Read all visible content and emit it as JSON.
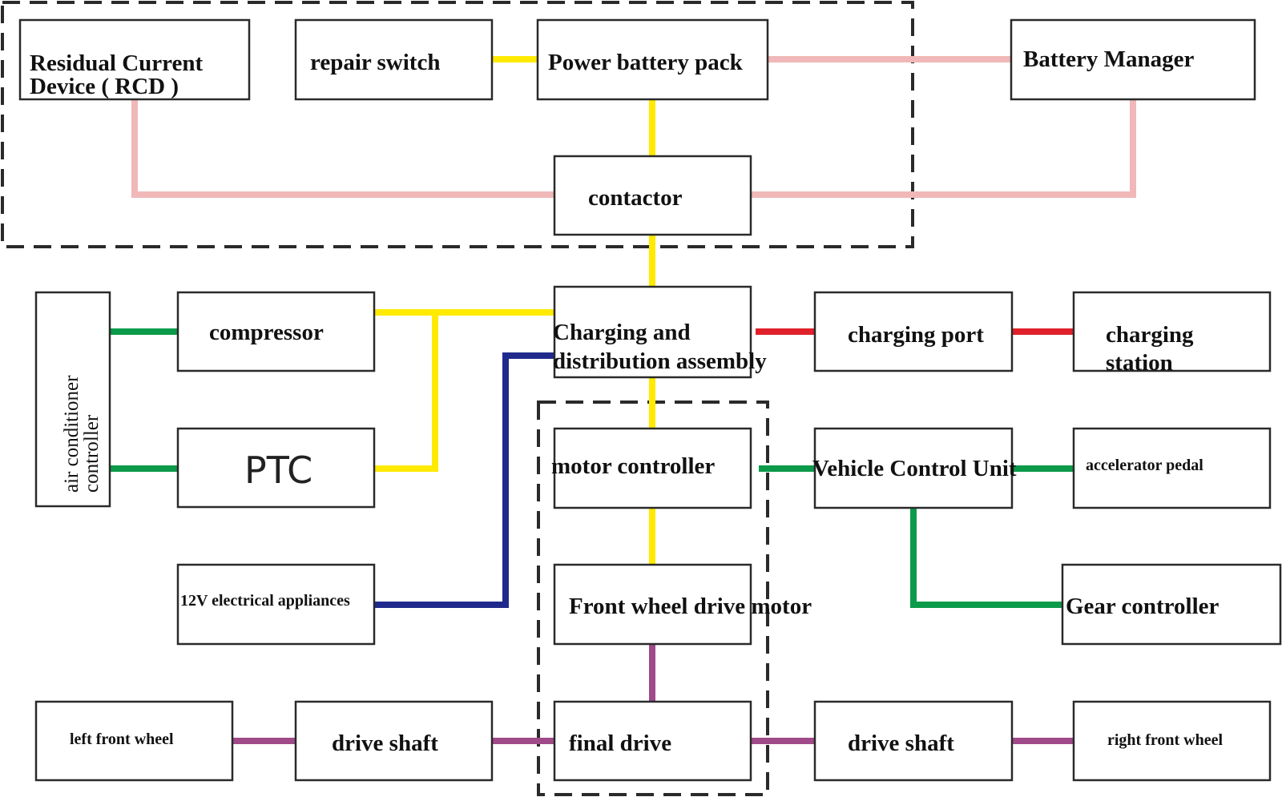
{
  "colors": {
    "high_voltage": "#ffea00",
    "signal_pink": "#f0b8b8",
    "charging_red": "#e0202a",
    "control_green": "#0b9a4a",
    "low_voltage_blue": "#1f2a8c",
    "mechanical_purple": "#a04a8a",
    "outline": "#2a2a2a"
  },
  "components": {
    "rcd": {
      "line1": "Residual Current",
      "line2": "Device ( RCD )"
    },
    "repair_switch": "repair switch",
    "power_battery_pack": "Power battery pack",
    "battery_manager": "Battery Manager",
    "contactor": "contactor",
    "air_conditioner_controller": {
      "line1": "air conditioner",
      "line2": "controller"
    },
    "compressor": "compressor",
    "ptc": "PTC",
    "charging_distribution": {
      "line1": "Charging and",
      "line2": "distribution assembly"
    },
    "charging_port": "charging port",
    "charging_station": {
      "line1": "charging",
      "line2": "station"
    },
    "motor_controller": "motor controller",
    "vehicle_control_unit": "Vehicle Control Unit",
    "accelerator_pedal": "accelerator pedal",
    "electrical_appliances_12v": "12V electrical appliances",
    "front_wheel_drive_motor": "Front wheel drive motor",
    "gear_controller": "Gear controller",
    "left_front_wheel": "left front wheel",
    "drive_shaft_left": "drive shaft",
    "final_drive": "final drive",
    "drive_shaft_right": "drive shaft",
    "right_front_wheel": "right front wheel"
  }
}
